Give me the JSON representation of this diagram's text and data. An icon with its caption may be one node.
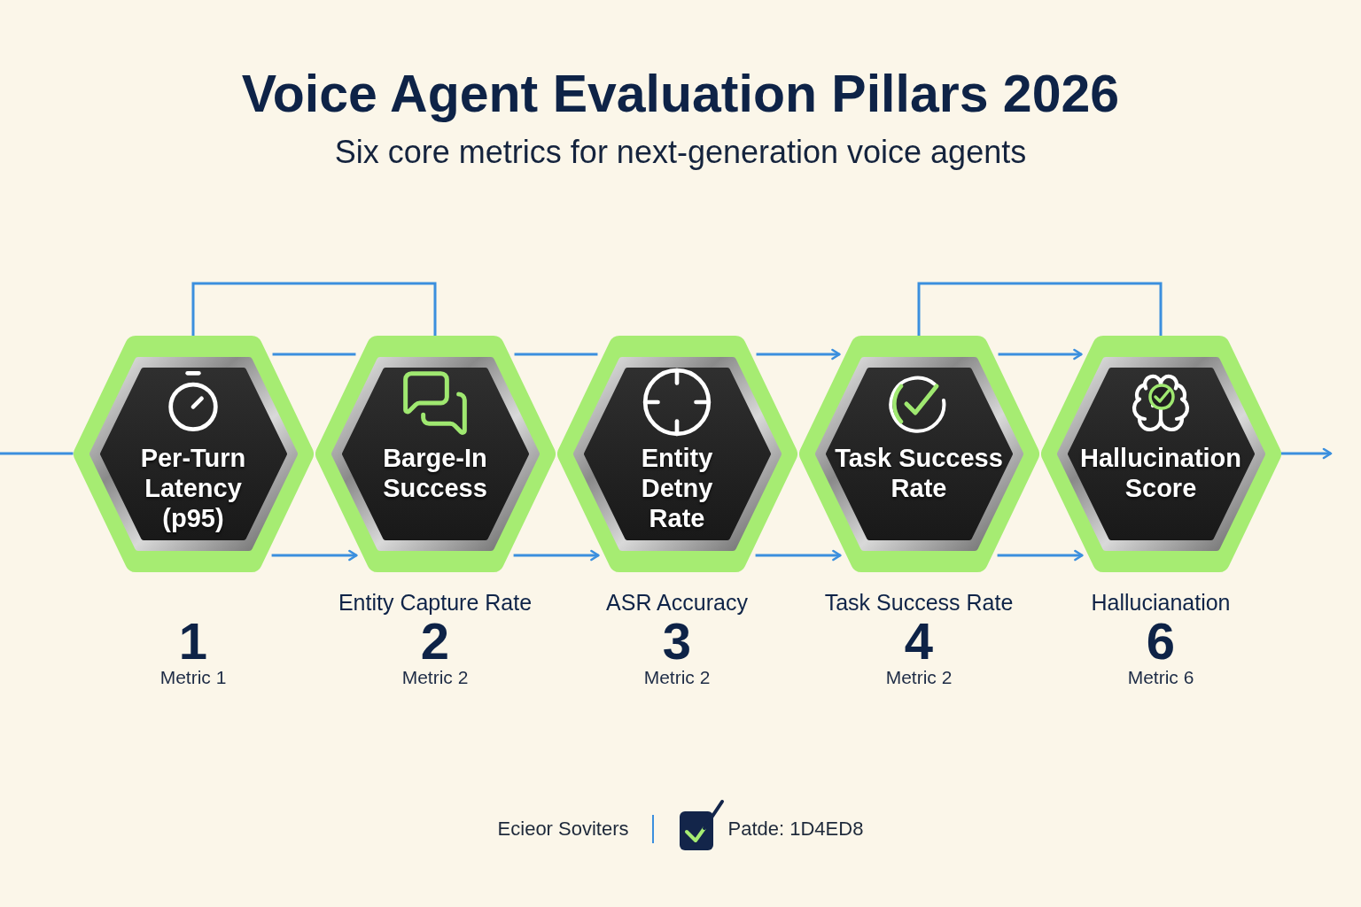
{
  "diagram": {
    "title": "Voice Agent Evaluation Pillars 2026",
    "nodes": [
      {
        "text": [
          "Per-Turn Latency (p95)"
        ],
        "beside": [
          "1",
          "Metric 1"
        ]
      },
      {
        "text": [
          "Barge-In Success"
        ],
        "beside": [
          "Entity Capture Rate",
          "2",
          "Metric 2"
        ]
      },
      {
        "text": [
          "Entity Detny Rate"
        ],
        "beside": [
          "ASR Accuracy",
          "3",
          "Metric 2"
        ]
      },
      {
        "text": [
          "Task Success Rate"
        ],
        "beside": [
          "Task Success Rate",
          "4",
          "Metric 2"
        ]
      },
      {
        "text": [
          "Hallucination Score"
        ],
        "beside": [
          "Hallucianation",
          "6",
          "Metric 6"
        ]
      }
    ],
    "edges": [
      {
        "from": null,
        "to": 0,
        "arrow": "none"
      },
      {
        "from": 0,
        "to": 1,
        "arrow": "none"
      },
      {
        "from": 0,
        "to": 1,
        "arrow": "none"
      },
      {
        "from": 0,
        "to": 1,
        "arrow": "to"
      },
      {
        "from": 1,
        "to": 2,
        "arrow": "none"
      },
      {
        "from": 1,
        "to": 2,
        "arrow": "to"
      },
      {
        "from": 2,
        "to": 3,
        "arrow": "to"
      },
      {
        "from": 2,
        "to": 3,
        "arrow": "to"
      },
      {
        "from": 3,
        "to": 4,
        "arrow": "none"
      },
      {
        "from": 3,
        "to": 4,
        "arrow": "to"
      },
      {
        "from": 3,
        "to": 4,
        "arrow": "to"
      },
      {
        "from": 4,
        "to": null,
        "arrow": "to"
      }
    ],
    "labels": [
      "Six core metrics for next-generation voice agents",
      "Ecieor Soviters",
      "Patde: 1D4ED8"
    ]
  }
}
